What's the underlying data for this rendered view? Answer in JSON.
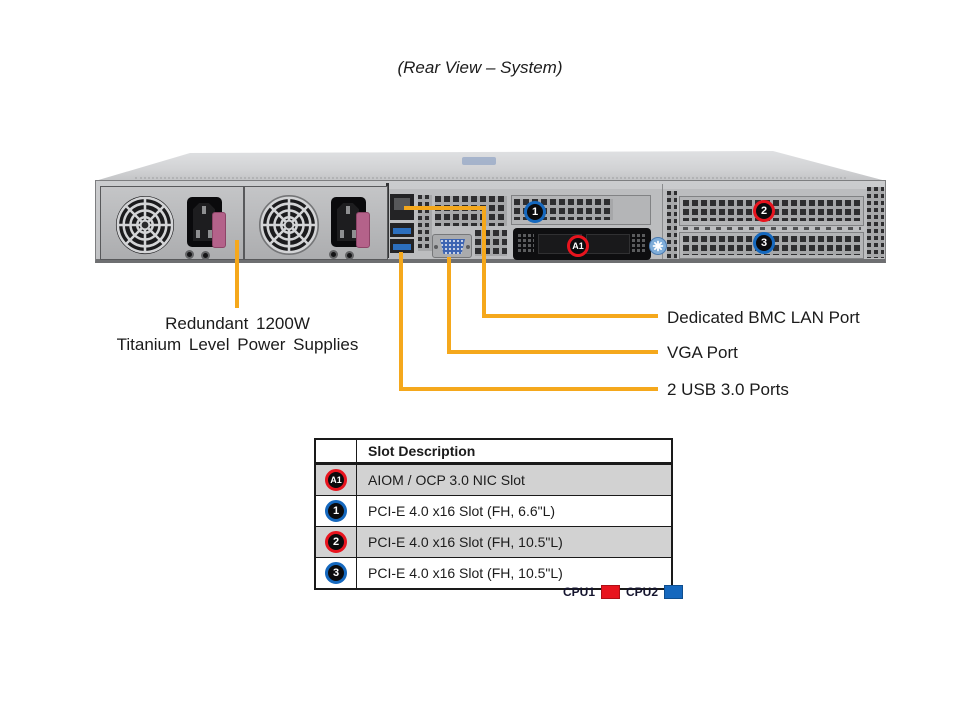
{
  "title": "(Rear View – System)",
  "colors": {
    "callout": "#F5A81C",
    "cpu1": "#E8141E",
    "cpu2": "#1568BE"
  },
  "callouts": {
    "psu": {
      "line1": "Redundant 1200W",
      "line2": "Titanium Level Power Supplies"
    },
    "bmc_lan": "Dedicated BMC LAN Port",
    "vga": "VGA Port",
    "usb": "2 USB 3.0 Ports"
  },
  "chassis": {
    "badges": {
      "slot1": {
        "label": "1",
        "ring": "#1568BE"
      },
      "slot2": {
        "label": "2",
        "ring": "#E8141E"
      },
      "slot3": {
        "label": "3",
        "ring": "#1568BE"
      },
      "aiom": {
        "label": "A1",
        "ring": "#E8141E"
      }
    }
  },
  "table": {
    "header": "Slot Description",
    "rows": [
      {
        "badge": "A1",
        "ring": "#E8141E",
        "description": "AIOM / OCP 3.0 NIC Slot"
      },
      {
        "badge": "1",
        "ring": "#1568BE",
        "description": "PCI-E 4.0 x16 Slot (FH, 6.6\"L)"
      },
      {
        "badge": "2",
        "ring": "#E8141E",
        "description": "PCI-E 4.0 x16 Slot (FH, 10.5\"L)"
      },
      {
        "badge": "3",
        "ring": "#1568BE",
        "description": "PCI-E 4.0 x16 Slot (FH, 10.5\"L)"
      }
    ]
  },
  "legend": [
    {
      "label": "CPU1",
      "color": "#E8141E"
    },
    {
      "label": "CPU2",
      "color": "#1568BE"
    }
  ]
}
